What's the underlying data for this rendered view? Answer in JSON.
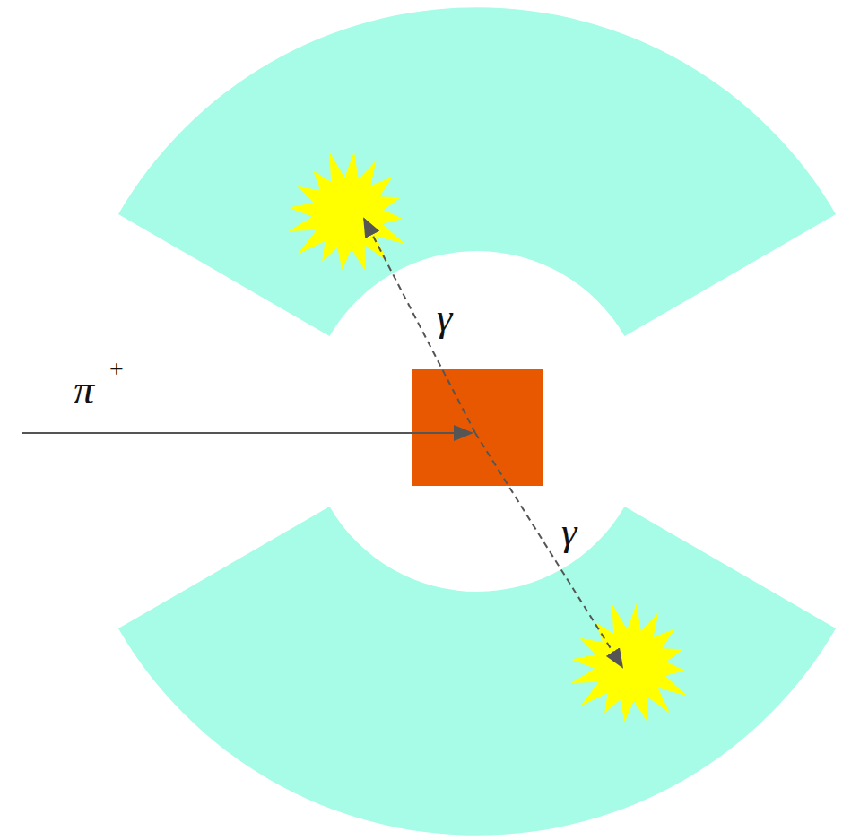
{
  "diagram": {
    "labels": [
      "π",
      "+",
      "γ",
      "γ"
    ]
  }
}
